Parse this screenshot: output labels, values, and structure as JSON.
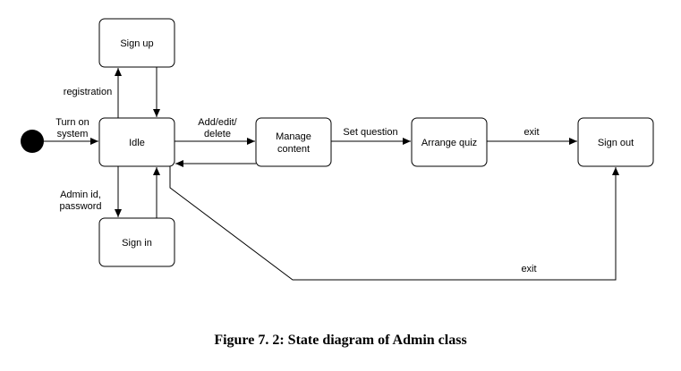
{
  "states": {
    "sign_up": "Sign up",
    "idle": "Idle",
    "sign_in": "Sign in",
    "manage_content": [
      "Manage",
      "content"
    ],
    "arrange_quiz": "Arrange quiz",
    "sign_out": "Sign out"
  },
  "transitions": {
    "turn_on": [
      "Turn on",
      "system"
    ],
    "registration": "registration",
    "admin_id": [
      "Admin id,",
      "password"
    ],
    "add_edit": [
      "Add/edit/",
      "delete"
    ],
    "set_question": "Set question",
    "exit_top": "exit",
    "exit_bottom": "exit"
  },
  "caption": "Figure 7. 2: State diagram of Admin class"
}
